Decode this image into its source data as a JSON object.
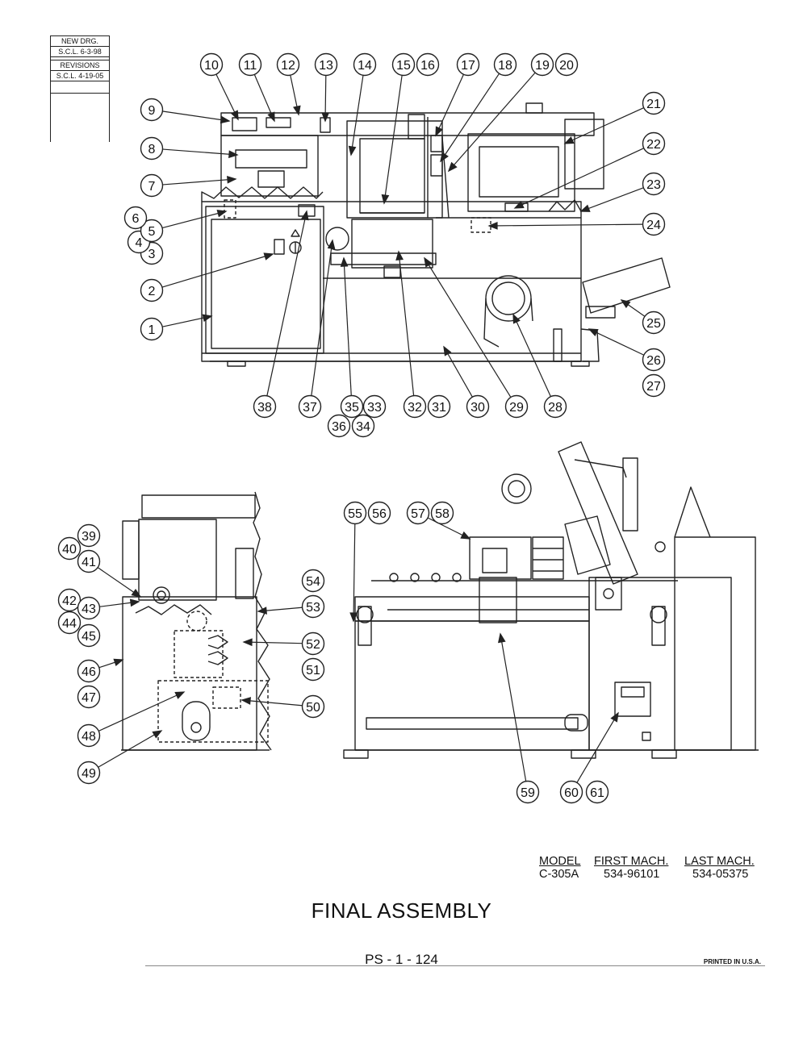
{
  "revision_block": {
    "new_drg": "NEW DRG.",
    "new_drg_date": "S.C.L. 6-3-98",
    "revisions": "REVISIONS",
    "revision_date": "S.C.L. 4-19-05"
  },
  "model_table": {
    "headers": [
      "MODEL",
      "FIRST MACH.",
      "LAST MACH."
    ],
    "rows": [
      [
        "C-305A",
        "534-96101",
        "534-05375"
      ]
    ]
  },
  "title": "FINAL ASSEMBLY",
  "page_number": "PS - 1 - 124",
  "printed_note": "PRINTED IN U.S.A.",
  "callouts": [
    "1",
    "2",
    "3",
    "4",
    "5",
    "6",
    "7",
    "8",
    "9",
    "10",
    "11",
    "12",
    "13",
    "14",
    "15",
    "16",
    "17",
    "18",
    "19",
    "20",
    "21",
    "22",
    "23",
    "24",
    "25",
    "26",
    "27",
    "28",
    "29",
    "30",
    "31",
    "32",
    "33",
    "34",
    "35",
    "36",
    "37",
    "38",
    "39",
    "40",
    "41",
    "42",
    "43",
    "44",
    "45",
    "46",
    "47",
    "48",
    "49",
    "50",
    "51",
    "52",
    "53",
    "54",
    "55",
    "56",
    "57",
    "58",
    "59",
    "60",
    "61"
  ]
}
